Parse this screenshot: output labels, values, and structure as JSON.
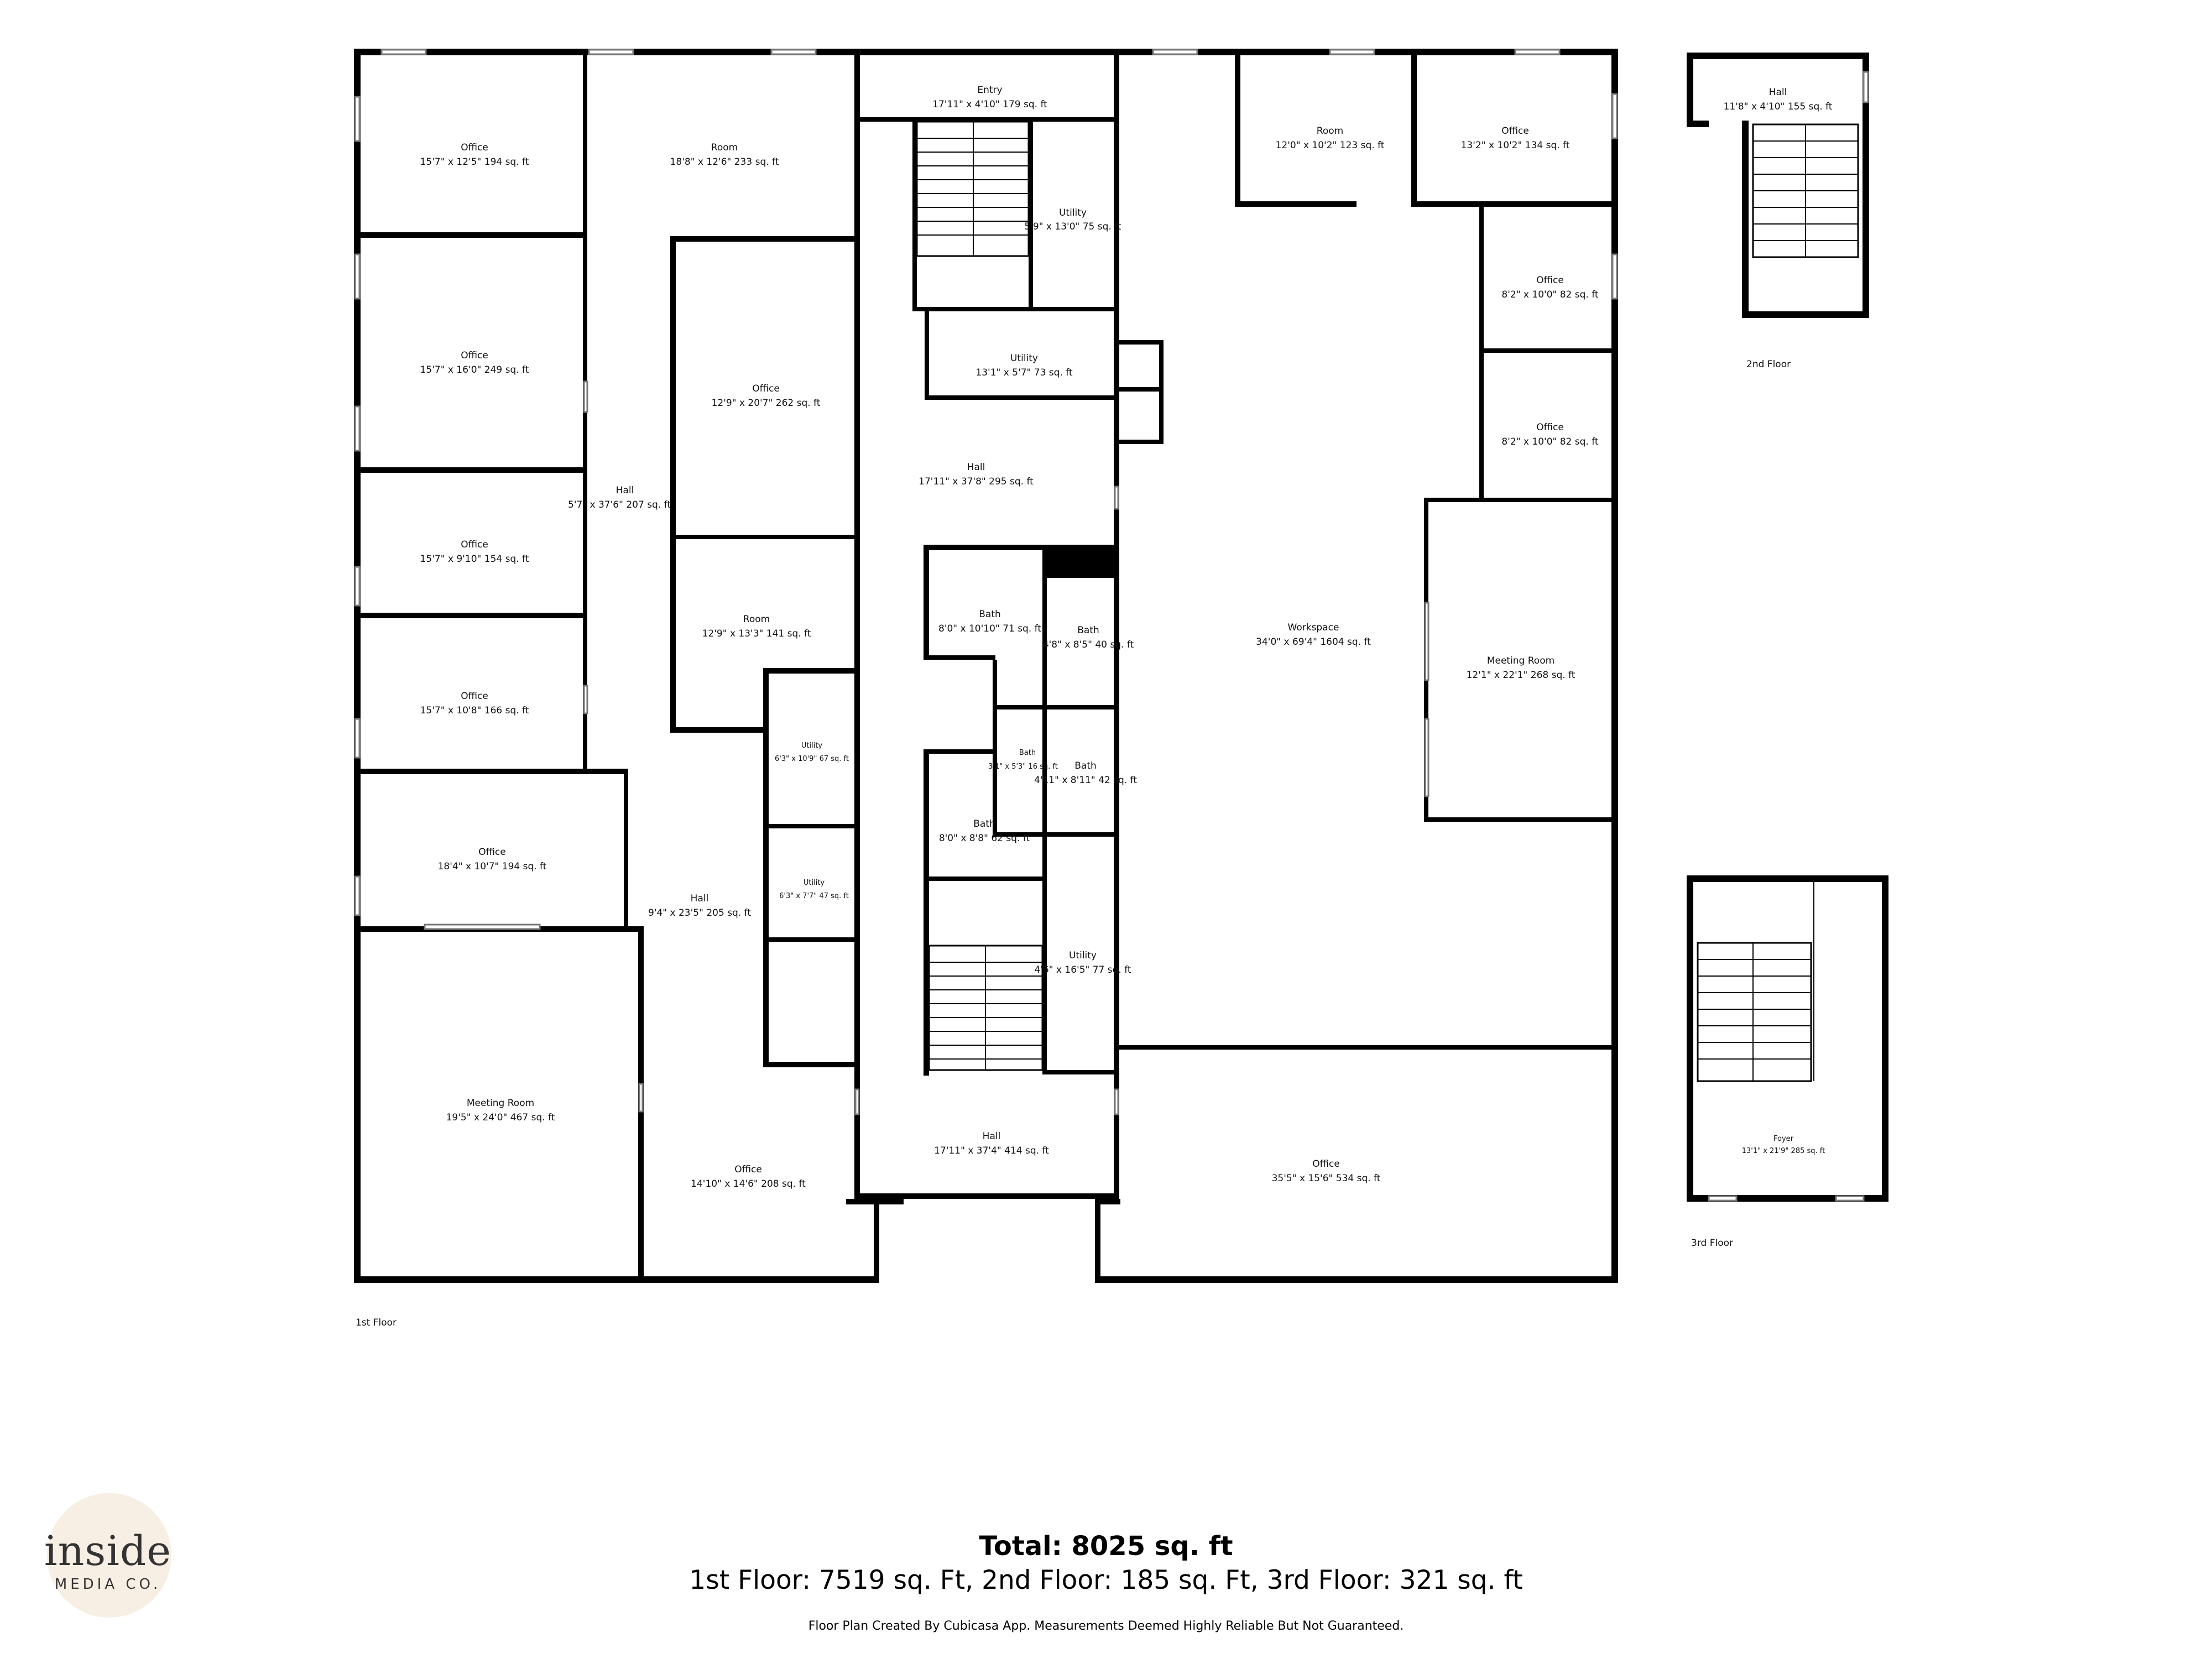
{
  "floors": [
    {
      "id": "first",
      "label": "1st Floor"
    },
    {
      "id": "second",
      "label": "2nd Floor"
    },
    {
      "id": "third",
      "label": "3rd Floor"
    }
  ],
  "rooms": {
    "office_a": {
      "name": "Office",
      "dims": "15'7\" x 12'5\" 194 sq. ft"
    },
    "room_b": {
      "name": "Room",
      "dims": "18'8\" x 12'6\" 233 sq. ft"
    },
    "entry": {
      "name": "Entry",
      "dims": "17'11\" x 4'10\" 179 sq. ft"
    },
    "utility_top": {
      "name": "Utility",
      "dims": "5'9\" x 13'0\" 75 sq. ft"
    },
    "room_top": {
      "name": "Room",
      "dims": "12'0\" x 10'2\" 123 sq. ft"
    },
    "office_top_right": {
      "name": "Office",
      "dims": "13'2\" x 10'2\" 134 sq. ft"
    },
    "office_c": {
      "name": "Office",
      "dims": "15'7\" x 16'0\" 249 sq. ft"
    },
    "office_center": {
      "name": "Office",
      "dims": "12'9\" x 20'7\" 262 sq. ft"
    },
    "utility_mid": {
      "name": "Utility",
      "dims": "13'1\" x 5'7\" 73 sq. ft"
    },
    "office_small_1": {
      "name": "Office",
      "dims": "8'2\" x 10'0\" 82 sq. ft"
    },
    "office_small_2": {
      "name": "Office",
      "dims": "8'2\" x 10'0\" 82 sq. ft"
    },
    "hall_left": {
      "name": "Hall",
      "dims": "5'7\" x 37'6\" 207 sq. ft"
    },
    "hall_center": {
      "name": "Hall",
      "dims": "17'11\" x 37'8\" 295 sq. ft"
    },
    "office_d": {
      "name": "Office",
      "dims": "15'7\" x 9'10\" 154 sq. ft"
    },
    "room_c": {
      "name": "Room",
      "dims": "12'9\" x 13'3\" 141 sq. ft"
    },
    "bath_1": {
      "name": "Bath",
      "dims": "8'0\" x 10'10\" 71 sq. ft"
    },
    "bath_2": {
      "name": "Bath",
      "dims": "4'8\" x 8'5\" 40 sq. ft"
    },
    "workspace": {
      "name": "Workspace",
      "dims": "34'0\" x 69'4\" 1604 sq. ft"
    },
    "meeting_right": {
      "name": "Meeting Room",
      "dims": "12'1\" x 22'1\" 268 sq. ft"
    },
    "office_e": {
      "name": "Office",
      "dims": "15'7\" x 10'8\" 166 sq. ft"
    },
    "utility_small_1": {
      "name": "Utility",
      "dims": "6'3\" x 10'9\" 67 sq. ft"
    },
    "bath_3": {
      "name": "Bath",
      "dims": "3'1\" x 5'3\" 16 sq. ft"
    },
    "bath_4": {
      "name": "Bath",
      "dims": "4'11\" x 8'11\" 42 sq. ft"
    },
    "bath_5": {
      "name": "Bath",
      "dims": "8'0\" x 8'8\" 62 sq. ft"
    },
    "office_f": {
      "name": "Office",
      "dims": "18'4\" x 10'7\" 194 sq. ft"
    },
    "hall_lower": {
      "name": "Hall",
      "dims": "9'4\" x 23'5\" 205 sq. ft"
    },
    "utility_small_2": {
      "name": "Utility",
      "dims": "6'3\" x 7'7\" 47 sq. ft"
    },
    "utility_lower": {
      "name": "Utility",
      "dims": "4'6\" x 16'5\" 77 sq. ft"
    },
    "meeting_left": {
      "name": "Meeting Room",
      "dims": "19'5\" x 24'0\" 467 sq. ft"
    },
    "hall_bottom": {
      "name": "Hall",
      "dims": "17'11\" x 37'4\" 414 sq. ft"
    },
    "office_g": {
      "name": "Office",
      "dims": "14'10\" x 14'6\" 208 sq. ft"
    },
    "office_bottom_right": {
      "name": "Office",
      "dims": "35'5\" x 15'6\" 534 sq. ft"
    },
    "hall_2nd": {
      "name": "Hall",
      "dims": "11'8\" x 4'10\" 155 sq. ft"
    },
    "foyer_3rd": {
      "name": "Foyer",
      "dims": "13'1\" x 21'9\" 285 sq. ft"
    }
  },
  "summary": {
    "total": "Total: 8025 sq. ft",
    "floors": "1st Floor: 7519 sq. Ft, 2nd Floor: 185 sq. Ft, 3rd Floor: 321 sq. ft",
    "disclaimer": "Floor Plan Created By Cubicasa App. Measurements Deemed Highly Reliable But Not Guaranteed."
  },
  "logo": {
    "word": "inside",
    "sub": "MEDIA CO."
  },
  "colors": {
    "walls": "#000000",
    "background": "#ffffff",
    "logo_circle": "#f7efe4"
  }
}
